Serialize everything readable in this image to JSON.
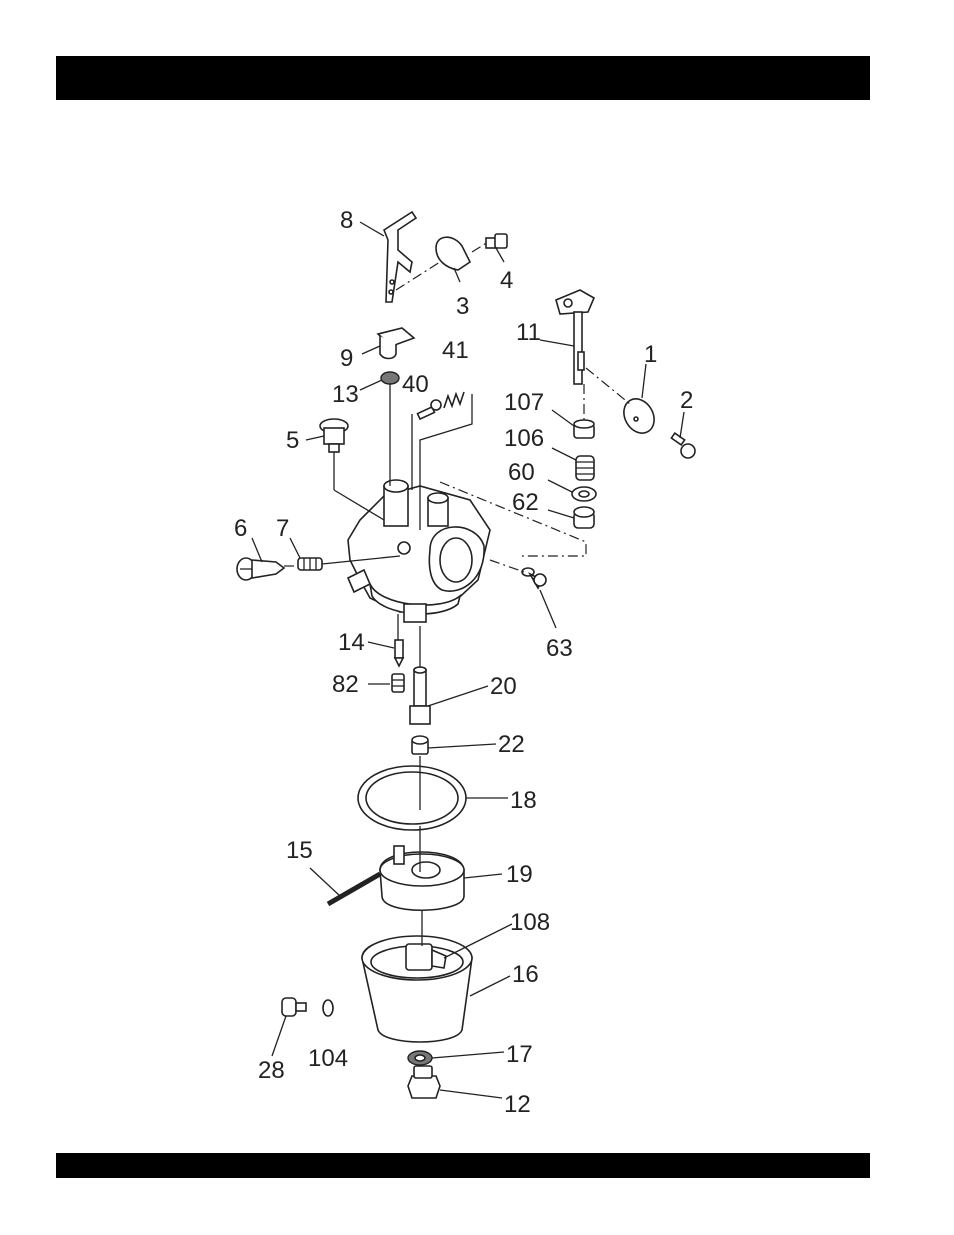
{
  "callouts": [
    {
      "id": "8",
      "text": "8"
    },
    {
      "id": "3",
      "text": "3"
    },
    {
      "id": "4",
      "text": "4"
    },
    {
      "id": "9",
      "text": "9"
    },
    {
      "id": "41",
      "text": "41"
    },
    {
      "id": "13",
      "text": "13"
    },
    {
      "id": "40",
      "text": "40"
    },
    {
      "id": "5",
      "text": "5"
    },
    {
      "id": "11",
      "text": "11"
    },
    {
      "id": "1",
      "text": "1"
    },
    {
      "id": "2",
      "text": "2"
    },
    {
      "id": "107",
      "text": "107"
    },
    {
      "id": "106",
      "text": "106"
    },
    {
      "id": "60",
      "text": "60"
    },
    {
      "id": "62",
      "text": "62"
    },
    {
      "id": "6",
      "text": "6"
    },
    {
      "id": "7",
      "text": "7"
    },
    {
      "id": "63",
      "text": "63"
    },
    {
      "id": "14",
      "text": "14"
    },
    {
      "id": "82",
      "text": "82"
    },
    {
      "id": "20",
      "text": "20"
    },
    {
      "id": "22",
      "text": "22"
    },
    {
      "id": "18",
      "text": "18"
    },
    {
      "id": "15",
      "text": "15"
    },
    {
      "id": "19",
      "text": "19"
    },
    {
      "id": "108",
      "text": "108"
    },
    {
      "id": "16",
      "text": "16"
    },
    {
      "id": "28",
      "text": "28"
    },
    {
      "id": "104",
      "text": "104"
    },
    {
      "id": "17",
      "text": "17"
    },
    {
      "id": "12",
      "text": "12"
    }
  ]
}
